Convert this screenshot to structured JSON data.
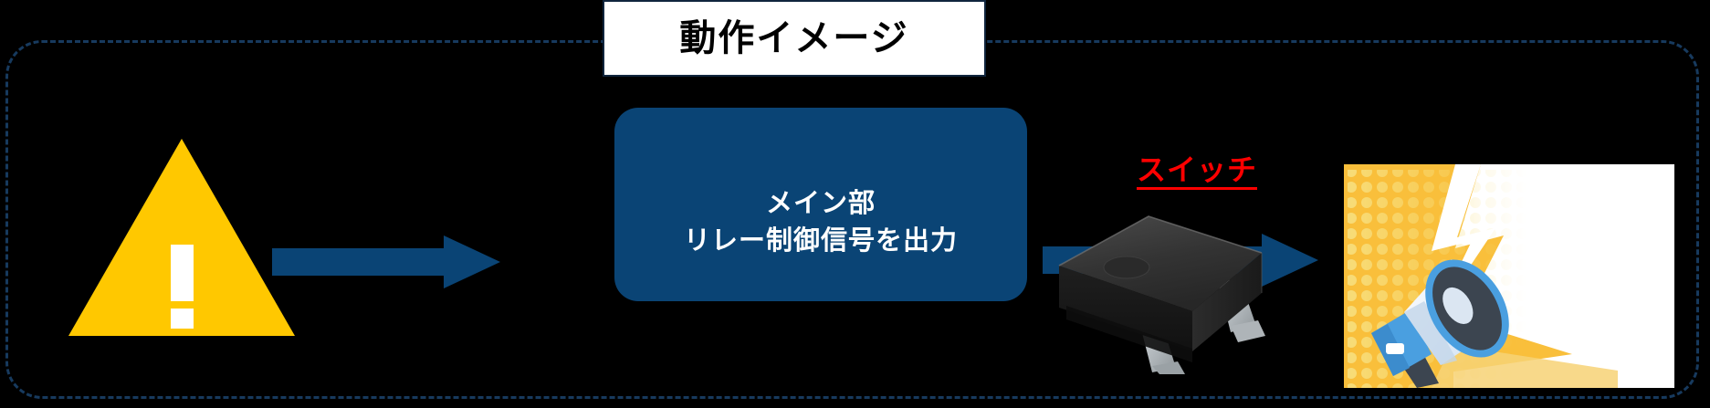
{
  "diagram": {
    "title": "動作イメージ",
    "background_color": "#000000",
    "frame": {
      "style": "dashed rounded rectangle",
      "color": "#173a5e"
    },
    "nodes": [
      {
        "id": "warning",
        "name": "warning-triangle-icon",
        "label": "!",
        "shape": "triangle",
        "fill": "#ffc800",
        "mark_color": "#ffffff"
      },
      {
        "id": "main-unit",
        "name": "main-unit-card",
        "line1": "メイン部",
        "line2": "リレー制御信号を出力",
        "shape": "rounded-rectangle",
        "fill": "#0a4475",
        "text_color": "#ffffff"
      },
      {
        "id": "switch",
        "name": "relay-switch-component",
        "label": "スイッチ",
        "label_color": "#ff0000",
        "body_color": "#262626",
        "lead_color": "#c9ccce"
      },
      {
        "id": "alarm",
        "name": "megaphone-alarm-image",
        "panel_color": "#ffffff",
        "accent_color": "#f9bf3b",
        "horn_color": "#4a9fe0"
      }
    ],
    "connectors": [
      {
        "id": "arrow-1",
        "name": "flow-arrow-1",
        "color": "#0a4475",
        "direction": "right"
      },
      {
        "id": "arrow-2",
        "name": "flow-arrow-2",
        "color": "#0a4475",
        "direction": "right"
      }
    ]
  },
  "colors": {
    "background": "#000000",
    "accent_navy": "#0a4475",
    "frame_navy": "#173a5e",
    "warning_yellow": "#ffc800",
    "alert_red": "#ff0000",
    "panel_white": "#ffffff",
    "mega_orange": "#f9bf3b"
  }
}
